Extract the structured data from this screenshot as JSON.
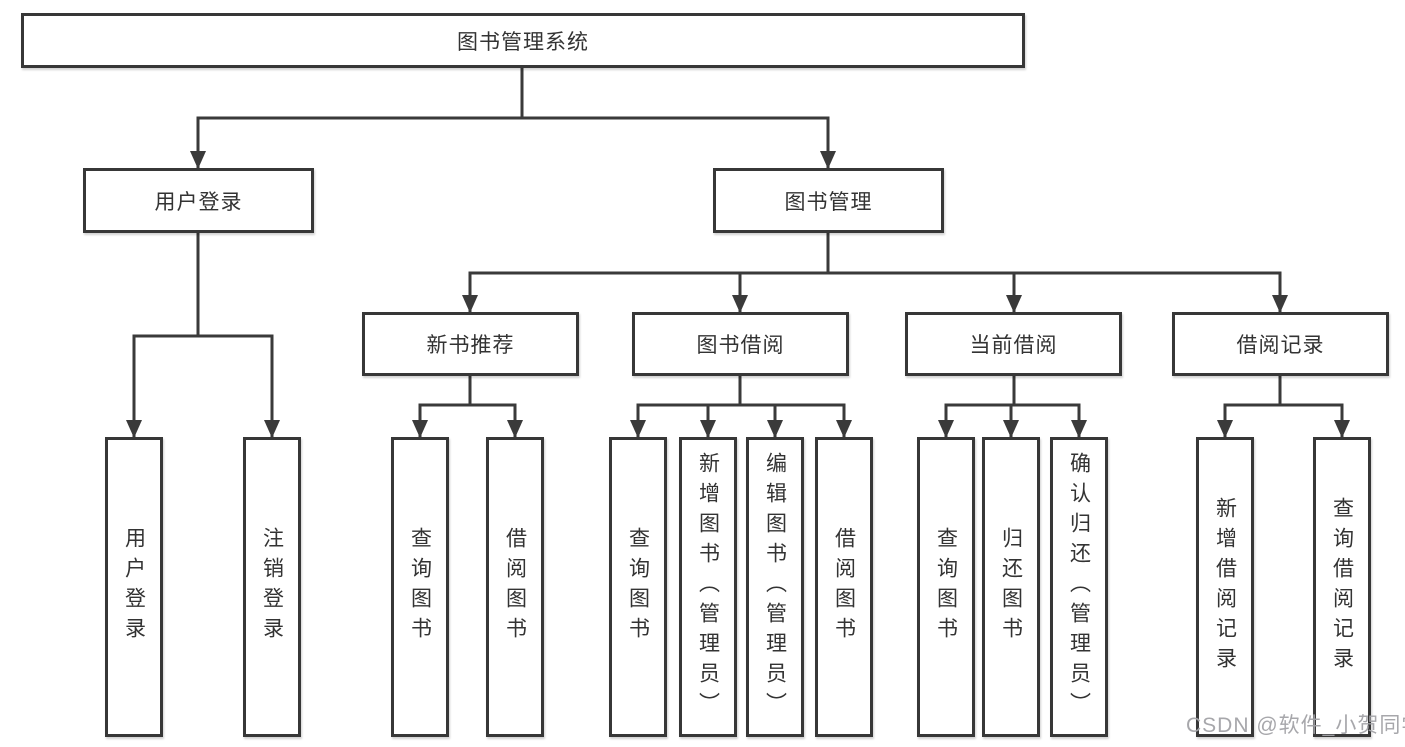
{
  "diagram": {
    "root": {
      "label": "图书管理系统"
    },
    "level2": [
      {
        "label": "用户登录",
        "children": [
          {
            "label": "用户登录"
          },
          {
            "label": "注销登录"
          }
        ]
      },
      {
        "label": "图书管理",
        "children": [
          {
            "label": "新书推荐",
            "children": [
              {
                "label": "查询图书"
              },
              {
                "label": "借阅图书"
              }
            ]
          },
          {
            "label": "图书借阅",
            "children": [
              {
                "label": "查询图书"
              },
              {
                "label": "新增图书（管理员）"
              },
              {
                "label": "编辑图书（管理员）"
              },
              {
                "label": "借阅图书"
              }
            ]
          },
          {
            "label": "当前借阅",
            "children": [
              {
                "label": "查询图书"
              },
              {
                "label": "归还图书"
              },
              {
                "label": "确认归还（管理员）"
              }
            ]
          },
          {
            "label": "借阅记录",
            "children": [
              {
                "label": "新增借阅记录"
              },
              {
                "label": "查询借阅记录"
              }
            ]
          }
        ]
      }
    ]
  },
  "watermark": {
    "text": "CSDN @软件_小贺同学"
  },
  "colors": {
    "line": "#3a3a3a",
    "box_border": "#373737",
    "text": "#333333",
    "watermark": "#a2a2a7",
    "background": "#ffffff"
  }
}
